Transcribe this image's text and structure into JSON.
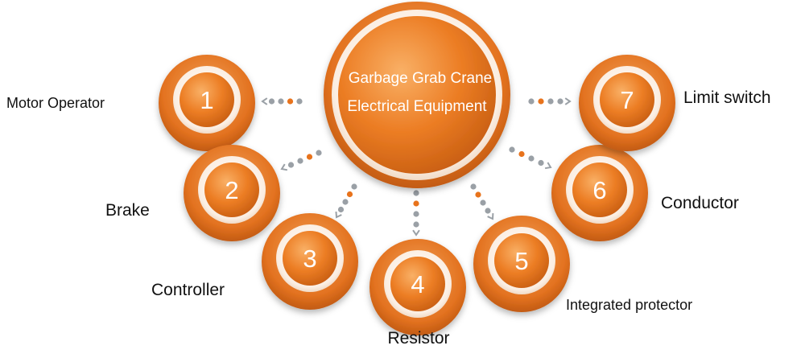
{
  "hub": {
    "line1": "Garbage Grab Crane",
    "line2": "Electrical Equipment"
  },
  "nodes": [
    {
      "number": "1",
      "label": "Motor Operator"
    },
    {
      "number": "2",
      "label": "Brake"
    },
    {
      "number": "3",
      "label": "Controller"
    },
    {
      "number": "4",
      "label": "Resistor"
    },
    {
      "number": "5",
      "label": "Integrated protector"
    },
    {
      "number": "6",
      "label": "Conductor"
    },
    {
      "number": "7",
      "label": "Limit switch"
    }
  ],
  "colors": {
    "orange": "#e8731c",
    "orange_light": "#f7a24e",
    "orange_dark": "#b9520c",
    "ring": "#fdf1e6",
    "dot_gray": "#9aa0a6",
    "dot_orange": "#e8731c"
  }
}
